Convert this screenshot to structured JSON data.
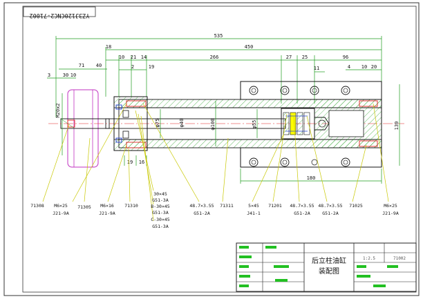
{
  "drawing": {
    "code": "YZ3J120CNC2-71002",
    "title_line1": "后立柱油缸",
    "title_line2": "装配图",
    "scale_cell": "1:2.5",
    "sheet_cell": "71002"
  },
  "dimensions": {
    "top": {
      "overall": "535",
      "body": "450",
      "d18": "18",
      "d71": "71",
      "d40": "40",
      "d10": "10",
      "d21": "21",
      "d14": "14",
      "d266": "266",
      "d27": "27",
      "d25": "25",
      "d96": "96",
      "d2": "2",
      "d19": "19",
      "d11": "11",
      "d4": "4",
      "d10r": "10",
      "d20": "20",
      "d3": "3",
      "d30": "30",
      "d10s": "10"
    },
    "vertical": {
      "m": "M20x2",
      "phi75": "φ75",
      "phi100": "φ100",
      "phi40": "φ40",
      "phi55": "φ55",
      "d130": "130",
      "d19b": "19",
      "d16b": "16"
    },
    "bottom": {
      "d180": "180"
    }
  },
  "callouts": [
    {
      "code": "71308"
    },
    {
      "code": "M6×25",
      "spec": "J21-9A"
    },
    {
      "code": "71305"
    },
    {
      "code": "M6×16",
      "spec": "J21-9A"
    },
    {
      "code": "71310"
    },
    {
      "code": "30×45",
      "spec": "G51-3A"
    },
    {
      "code": "B-30×45",
      "spec": "G51-3A"
    },
    {
      "code": "C-30×45",
      "spec": "G51-3A"
    },
    {
      "code": "48.7×3.55",
      "spec": "G51-2A"
    },
    {
      "code": "71311"
    },
    {
      "code": "5×45",
      "spec": "J41-1"
    },
    {
      "code": "71201"
    },
    {
      "code": "48.7×3.55",
      "spec": "G51-2A"
    },
    {
      "code": "48.7×3.55",
      "spec": "G51-2A"
    },
    {
      "code": "71025"
    },
    {
      "code": "M6×25",
      "spec": "J21-9A"
    }
  ],
  "colors": {
    "line": "#111111",
    "dim": "#1e9c1e",
    "hatch": "#1e9c1e",
    "callout": "#c8c800",
    "red": "#e02020",
    "blue": "#2040d0",
    "magenta": "#c030c0",
    "block": "#22c022"
  }
}
